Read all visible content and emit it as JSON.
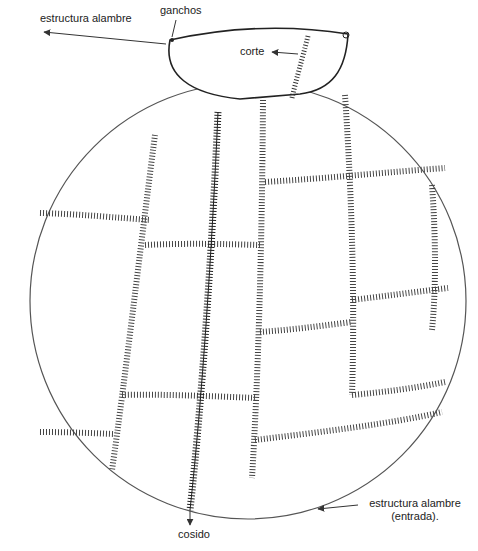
{
  "diagram": {
    "labels": [
      "estructura alambre",
      "ganchos",
      "corte",
      "cosido",
      "estructura alambre (entrada)."
    ]
  }
}
